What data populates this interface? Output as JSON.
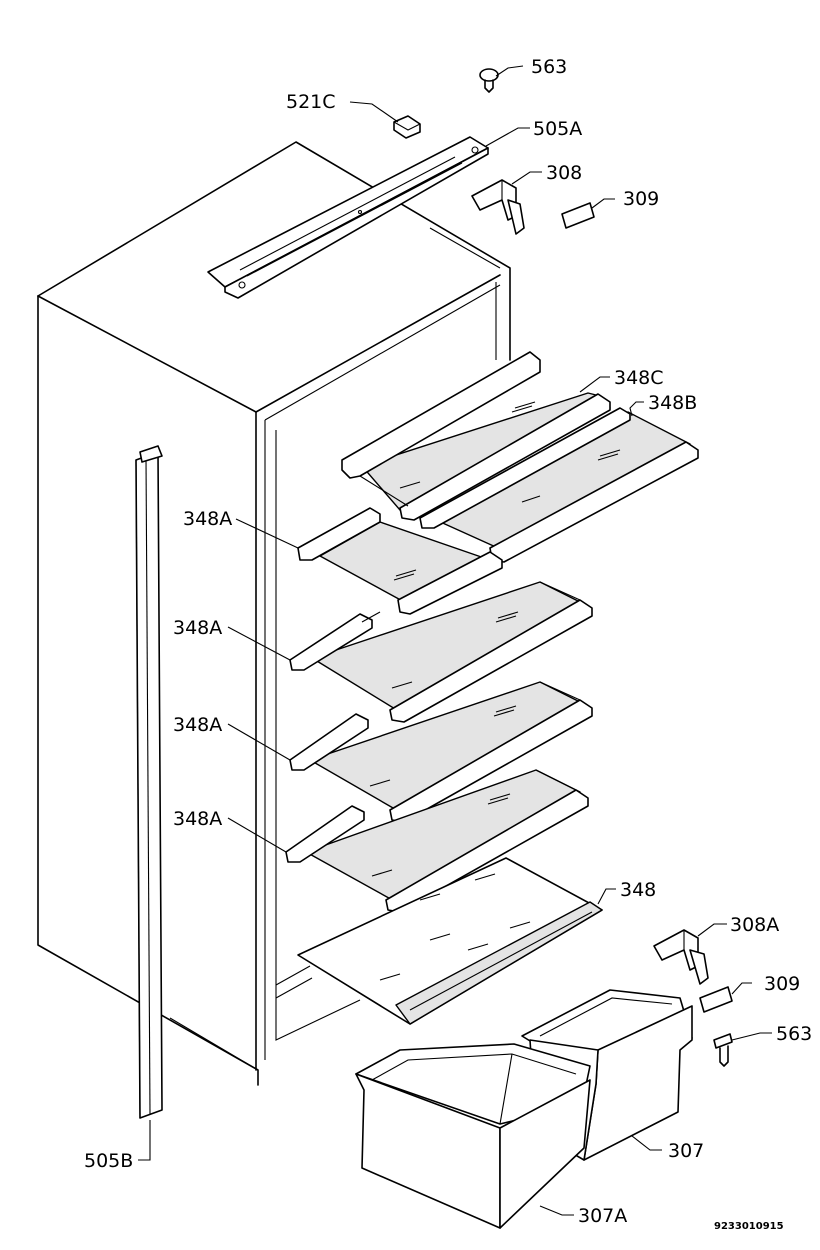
{
  "diagram": {
    "part_labels": {
      "p563_top": "563",
      "p521c": "521C",
      "p505a": "505A",
      "p308": "308",
      "p309_top": "309",
      "p348c": "348C",
      "p348b": "348B",
      "p348a_1": "348A",
      "p348a_2": "348A",
      "p348a_3": "348A",
      "p348a_4": "348A",
      "p348": "348",
      "p308a": "308A",
      "p309_bottom": "309",
      "p563_bottom": "563",
      "p307": "307",
      "p307a": "307A",
      "p505b": "505B"
    },
    "drawing_code": "9233010915"
  }
}
